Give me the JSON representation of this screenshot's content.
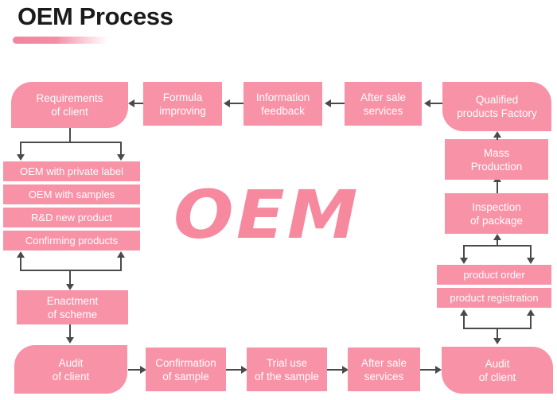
{
  "page": {
    "title": "OEM Process",
    "watermark": "OEM",
    "background_color": "#ffffff",
    "accent_color": "#f892a7",
    "title_color": "#1b1b1b",
    "connector_color": "#4a4a4a",
    "node_text_color": "#ffffff"
  },
  "flow": {
    "top_row": [
      {
        "id": "requirements-of-client",
        "label": "Requirements\nof client",
        "line1": "Requirements",
        "line2": "of client"
      },
      {
        "id": "formula-improving",
        "label": "Formula\nimproving",
        "line1": "Formula",
        "line2": "improving"
      },
      {
        "id": "information-feedback",
        "label": "Information\nfeedback",
        "line1": "Information",
        "line2": "feedback"
      },
      {
        "id": "after-sale-services-top",
        "label": "After sale\nservices",
        "line1": "After sale",
        "line2": "services"
      },
      {
        "id": "qualified-products-factory",
        "label": "Qualified\nproducts Factory",
        "line1": "Qualified",
        "line2": "products Factory"
      }
    ],
    "left_stack": [
      {
        "id": "oem-with-private-label",
        "label": "OEM with private label"
      },
      {
        "id": "oem-with-samples",
        "label": "OEM with samples"
      },
      {
        "id": "rd-new-product",
        "label": "R&D new product"
      },
      {
        "id": "confirming-products",
        "label": "Confirming products"
      }
    ],
    "left_lower": [
      {
        "id": "enactment-of-scheme",
        "label": "Enactment\nof scheme",
        "line1": "Enactment",
        "line2": "of scheme"
      },
      {
        "id": "audit-of-client-left",
        "label": "Audit\nof client",
        "line1": "Audit",
        "line2": "of client"
      }
    ],
    "bottom_row": [
      {
        "id": "confirmation-of-sample",
        "label": "Confirmation\nof sample",
        "line1": "Confirmation",
        "line2": "of sample"
      },
      {
        "id": "trial-use-of-the-sample",
        "label": "Trial use\nof the sample",
        "line1": "Trial use",
        "line2": "of the sample"
      },
      {
        "id": "after-sale-services-bottom",
        "label": "After sale\nservices",
        "line1": "After sale",
        "line2": "services"
      },
      {
        "id": "audit-of-client-right",
        "label": "Audit\nof client",
        "line1": "Audit",
        "line2": "of client"
      }
    ],
    "right_stack": [
      {
        "id": "mass-production",
        "label": "Mass\nProduction",
        "line1": "Mass",
        "line2": "Production"
      },
      {
        "id": "inspection-of-package",
        "label": "Inspection\nof package",
        "line1": "Inspection",
        "line2": "of package"
      },
      {
        "id": "product-order",
        "label": "product order"
      },
      {
        "id": "product-registration",
        "label": "product registration"
      }
    ]
  }
}
